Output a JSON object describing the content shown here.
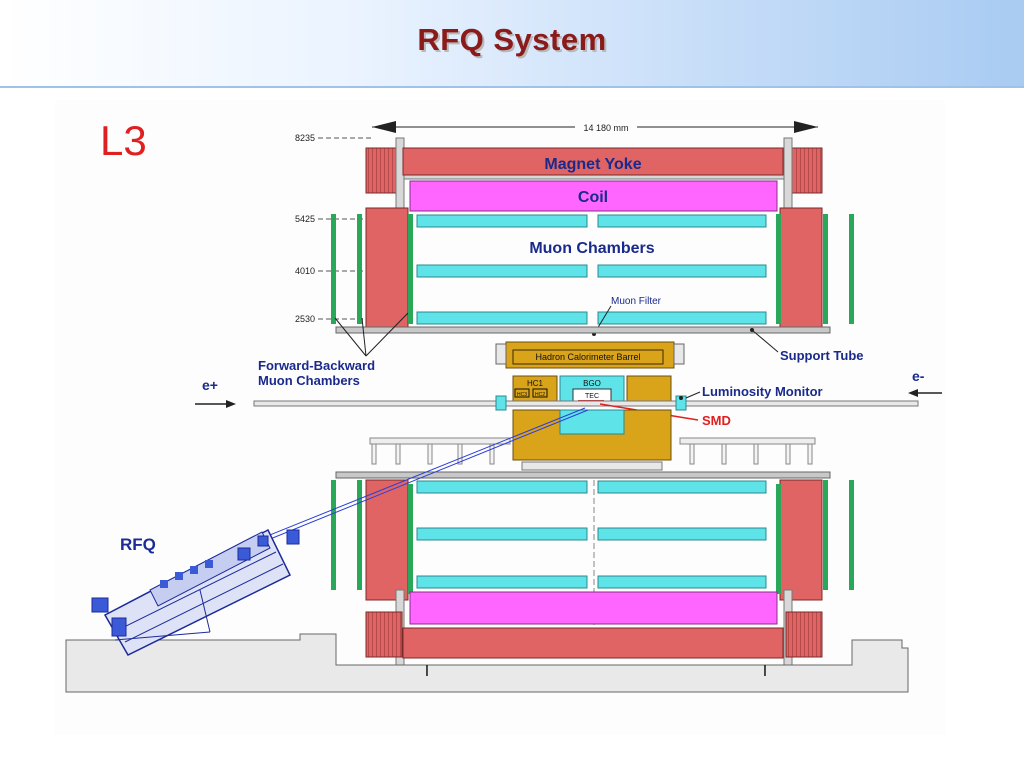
{
  "slide": {
    "title": "RFQ System"
  },
  "detector": {
    "name": "L3",
    "dimension": "14 180 mm",
    "radii": [
      "8235",
      "5425",
      "4010",
      "2530"
    ],
    "components": {
      "magnet_yoke": "Magnet Yoke",
      "coil": "Coil",
      "muon_chambers": "Muon Chambers",
      "muon_filter": "Muon Filter",
      "hadron_barrel": "Hadron Calorimeter Barrel",
      "support_tube": "Support Tube",
      "fb_muon_line1": "Forward-Backward",
      "fb_muon_line2": "Muon Chambers",
      "beam_left": "e+",
      "beam_right": "e-",
      "luminosity": "Luminosity Monitor",
      "smd": "SMD",
      "hc1": "HC1",
      "bgo": "BGO",
      "tec": "TEC",
      "hc3": "HC3",
      "hc2": "HC2",
      "rfq": "RFQ",
      "foot_left": "I",
      "foot_right": "I"
    },
    "colors": {
      "yoke": "#e06464",
      "coil": "#ff66ff",
      "muon": "#5ee3e8",
      "hadron": "#d9a31a",
      "fb_chambers": "#2aa85a",
      "floor": "#e9e9e9",
      "label_blue": "#1a2a8c",
      "label_red": "#e02020"
    }
  }
}
